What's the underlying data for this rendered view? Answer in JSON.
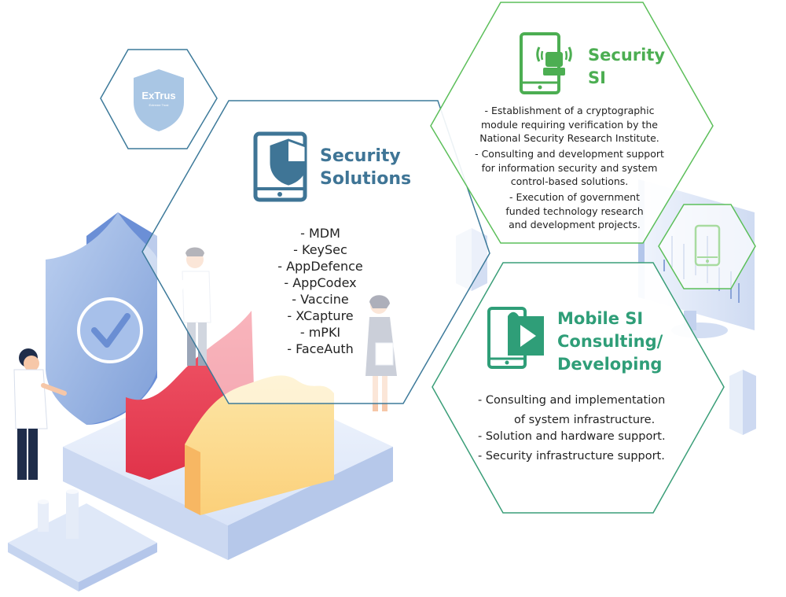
{
  "colors": {
    "blue_accent": "#3f7596",
    "green_accent": "#4cae52",
    "teal_accent": "#2f9e78",
    "hex_blue_stroke": "#3d7a9a",
    "hex_green_stroke": "#5cbf5a"
  },
  "logo": {
    "brand": "ExTrus",
    "tagline": "Extreme Trust"
  },
  "security_solutions": {
    "title_line1": "Security",
    "title_line2": "Solutions",
    "icon": "shield-phone-icon",
    "items": [
      "-  MDM",
      "-  KeySec",
      "-  AppDefence",
      "-  AppCodex",
      "-  Vaccine",
      "-  XCapture",
      "-  mPKI",
      "-  FaceAuth"
    ]
  },
  "security_si": {
    "title_line1": "Security",
    "title_line2": "SI",
    "icon": "alarm-phone-icon",
    "items": [
      {
        "line1": "-   Establishment of a cryptographic",
        "line2": "module requiring verification by the",
        "line3": "National Security Research Institute."
      },
      {
        "line1": "-   Consulting and development support",
        "line2": "for information security and system",
        "line3": "control-based solutions."
      },
      {
        "line1": "-   Execution of government",
        "line2": "funded technology research",
        "line3": "and development projects."
      }
    ]
  },
  "mobile_si": {
    "title_line1": "Mobile SI",
    "title_line2": "Consulting/",
    "title_line3": "Developing",
    "icon": "video-phone-icon",
    "items": [
      {
        "line1": "-   Consulting and implementation",
        "line2": "of system infrastructure."
      },
      {
        "line1": "-   Solution and hardware support."
      },
      {
        "line1": "-   Security infrastructure support."
      }
    ]
  }
}
